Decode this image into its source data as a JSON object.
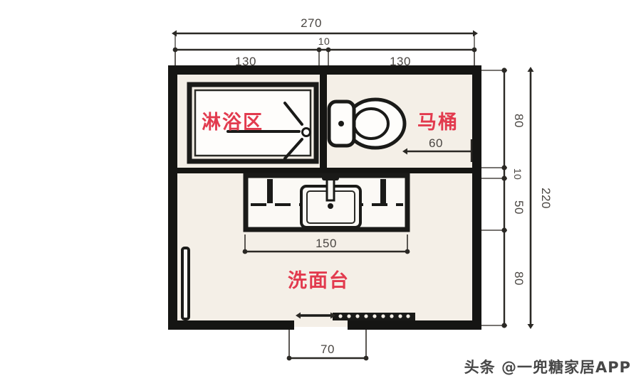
{
  "diagram": {
    "title": "bathroom-floor-plan",
    "unit_note": "",
    "colors": {
      "background": "#ffffff",
      "floor_fill": "#f4efe7",
      "shower_fill": "#fdfcf9",
      "wall": "#1a1a18",
      "dimension": "#4a4642",
      "label_red": "#e23a4e"
    }
  },
  "dimensions": {
    "top_overall": "270",
    "top_left_segment": "130",
    "top_middle_segment": "10",
    "top_right_segment": "130",
    "right_overall": "220",
    "right_segment_1": "80",
    "right_segment_2": "10",
    "right_segment_3": "50",
    "right_segment_4": "80",
    "toilet_depth": "60",
    "vanity_width": "150",
    "door_width": "70"
  },
  "zones": [
    {
      "id": "shower",
      "label": "淋浴区"
    },
    {
      "id": "toilet",
      "label": "马桶"
    },
    {
      "id": "vanity",
      "label": "洗面台"
    }
  ],
  "fixtures": {
    "shower_tray": "shower-tray",
    "shower_drain": "floor-drain",
    "toilet": "toilet-fixture",
    "toilet_tank": "toilet-tank",
    "vanity_counter": "vanity-counter",
    "basin": "rectangular-basin",
    "faucet": "basin-faucet",
    "towel_bar": "wall-towel-bar",
    "sliding_door": "sliding-door-panel"
  },
  "watermark": {
    "text": "头条 @一兜糖家居APP"
  }
}
